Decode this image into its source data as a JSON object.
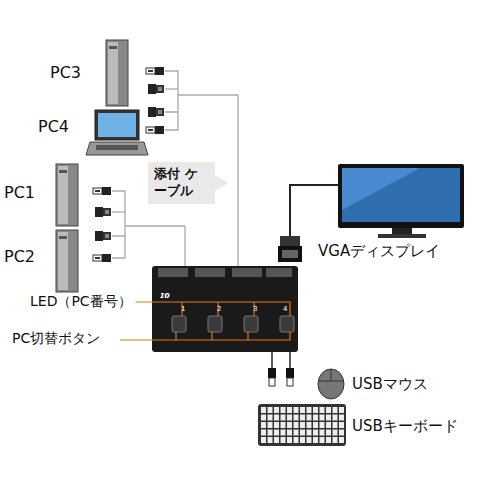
{
  "diagram": {
    "nodes": [
      {
        "text": [
          "添付 ケーブル"
        ]
      }
    ],
    "labels": [
      "PC3",
      "PC4",
      "PC1",
      "PC2",
      "VGAディスプレイ",
      "LED（PC番号）",
      "PC切替ボタン",
      "USBマウス",
      "USBキーボード",
      "1",
      "2",
      "3",
      "4"
    ]
  }
}
